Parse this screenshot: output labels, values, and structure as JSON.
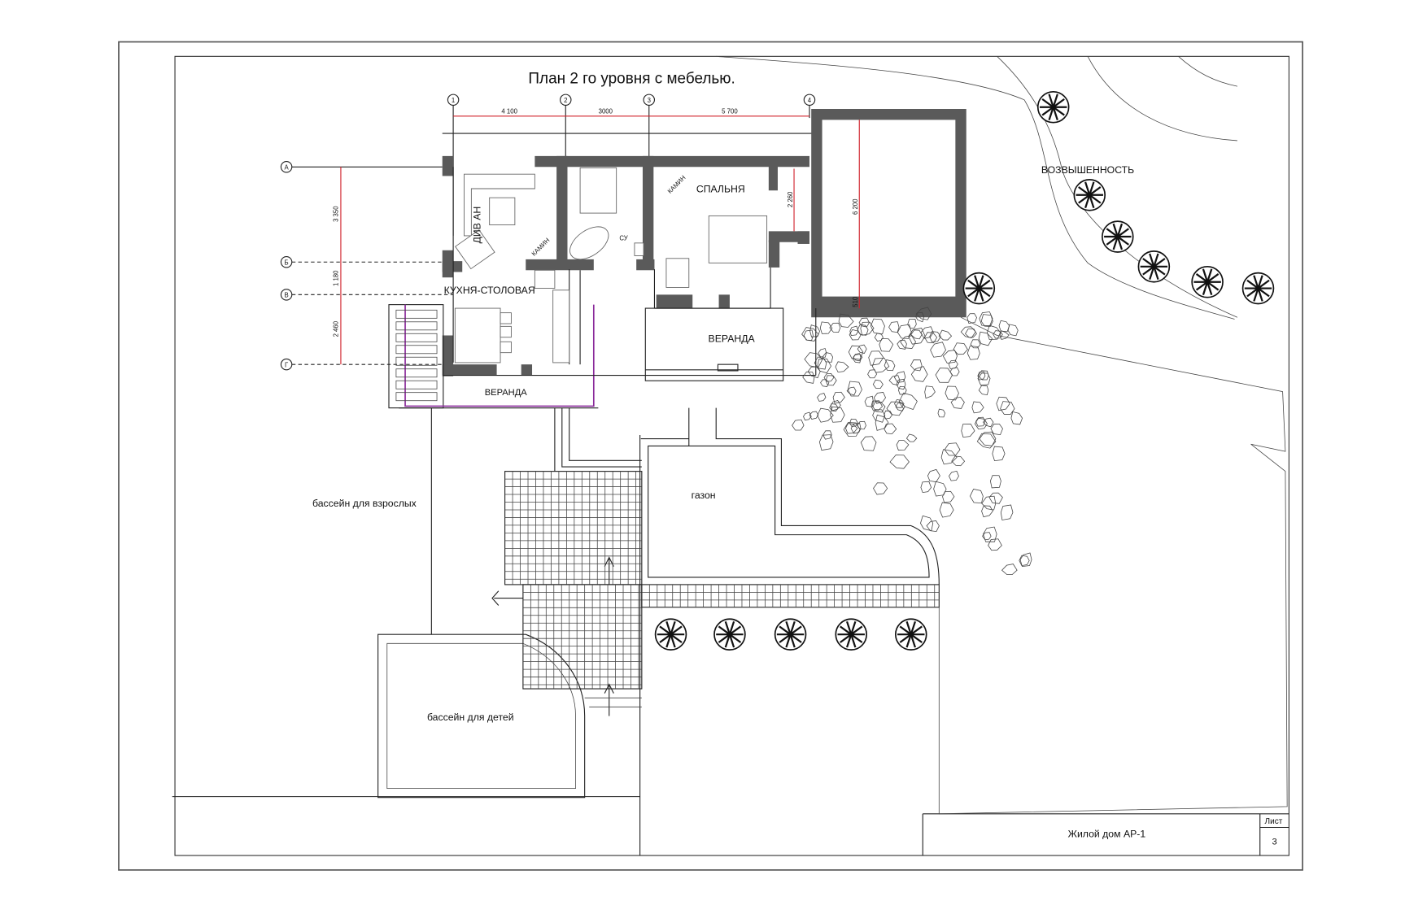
{
  "drawing": {
    "title": "План 2 го уровня с мебелью.",
    "axes_columns": [
      "1",
      "2",
      "3",
      "4"
    ],
    "axes_rows": [
      "А",
      "Б",
      "В",
      "Г"
    ],
    "dims_horizontal": [
      "4 100",
      "3000",
      "5 700"
    ],
    "dims_vertical": [
      "3 350",
      "1 180",
      "2 460"
    ],
    "dim_bedroom": "2 260",
    "dim_garage": "6 200",
    "dim_garage_small": "510",
    "rooms": {
      "sofa": "ДИВ АН",
      "fireplace1": "КАМИН",
      "fireplace2": "КАМИН",
      "bedroom": "СПАЛЬНЯ",
      "bathroom": "СУ",
      "kitchen": "КУХНЯ-СТОЛОВАЯ",
      "veranda_right": "ВЕРАНДА",
      "veranda_left": "ВЕРАНДА"
    },
    "site": {
      "hill": "ВОЗВЫШЕННОСТЬ",
      "adult_pool": "бассейн для взрослых",
      "lawn": "газон",
      "kids_pool": "бассейн для детей"
    }
  },
  "title_block": {
    "project": "Жилой дом АР-1",
    "sheet_label": "Лист",
    "sheet_number": "3"
  }
}
